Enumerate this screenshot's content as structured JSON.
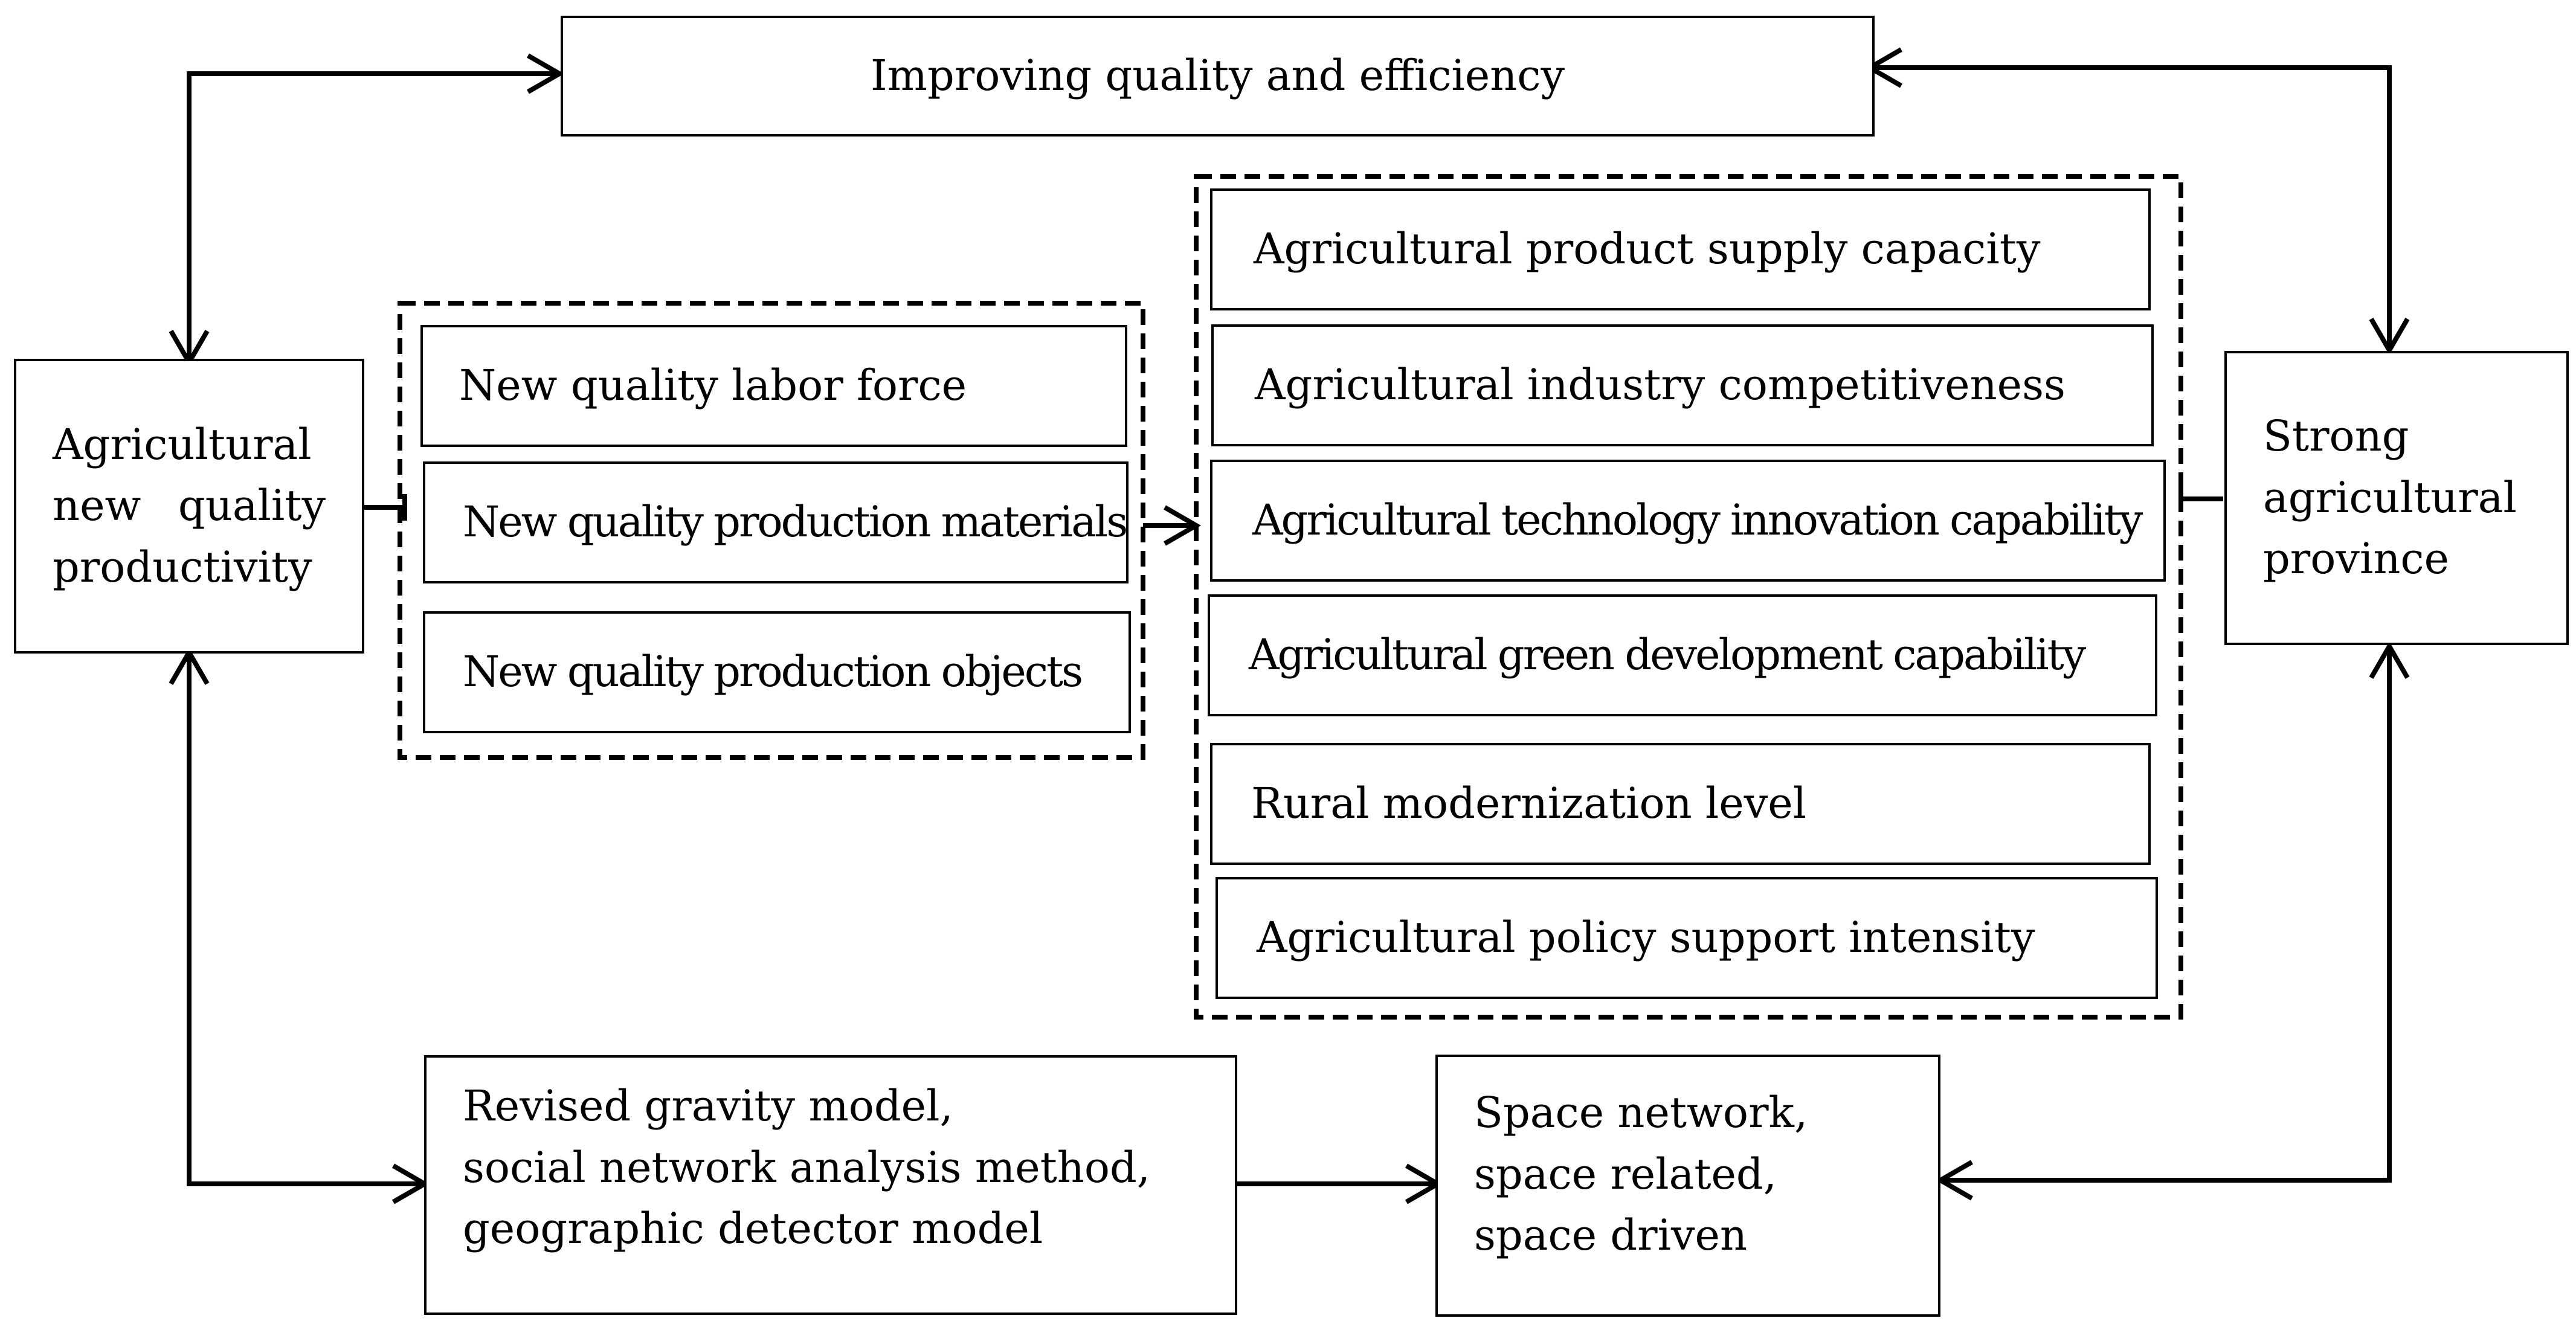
{
  "top_box": {
    "label": "Improving quality and efficiency"
  },
  "left_box": {
    "lines": [
      "Agricultural",
      "new",
      "quality",
      "productivity"
    ]
  },
  "right_box": {
    "lines": [
      "Strong",
      "agricultural",
      "province"
    ]
  },
  "production_group": {
    "items": [
      "New quality labor force",
      "New quality production materials",
      "New quality production objects"
    ]
  },
  "capability_group": {
    "items": [
      "Agricultural product supply capacity",
      "Agricultural industry competitiveness",
      "Agricultural technology innovation capability",
      "Agricultural green development capability",
      "Rural modernization level",
      "Agricultural policy support intensity"
    ]
  },
  "methods_box": {
    "lines": [
      "Revised gravity model,",
      "social network analysis method,",
      "geographic detector model"
    ]
  },
  "space_box": {
    "lines": [
      "Space network,",
      "space related,",
      "space driven"
    ]
  },
  "colors": {
    "stroke": "#000000",
    "background": "#ffffff"
  }
}
